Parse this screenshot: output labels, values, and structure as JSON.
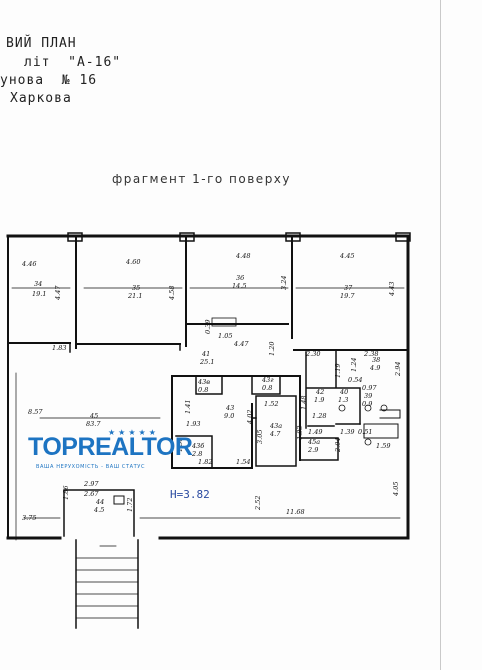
{
  "header": {
    "line1": "ВИЙ ПЛАН",
    "line2": "літ  \"А-16\"",
    "line3": "унова  № 16",
    "line4": "Харкова"
  },
  "fragment_title": "фрагмент 1-го поверху",
  "height_label": "Н=3.82",
  "watermark": {
    "brand": "TOPREALTOR",
    "tagline": "ВАША НЕРУХОМІСТЬ - ВАШ СТАТУС",
    "colors": {
      "brand": "#1d74c2"
    }
  },
  "rooms": [
    {
      "number": "34",
      "area": "19.1"
    },
    {
      "number": "35",
      "area": "21.1"
    },
    {
      "number": "36",
      "area": "14.5"
    },
    {
      "number": "37",
      "area": "19.7"
    },
    {
      "number": "41",
      "area": "25.1"
    },
    {
      "number": "45",
      "area": "83.7"
    },
    {
      "number": "43",
      "area": "9.0"
    },
    {
      "number": "43а",
      "area": "4.7"
    },
    {
      "number": "43в",
      "area": "0.8"
    },
    {
      "number": "43г",
      "area": "0.8"
    },
    {
      "number": "43б",
      "area": "2.8"
    },
    {
      "number": "42",
      "area": "1.9"
    },
    {
      "number": "40",
      "area": "1.3"
    },
    {
      "number": "39",
      "area": "0.9"
    },
    {
      "number": "38",
      "area": "4.9"
    },
    {
      "number": "45а",
      "area": "2.9"
    },
    {
      "number": "44",
      "area": "4.5"
    }
  ],
  "dimensions": {
    "d1": "4.46",
    "d2": "4.60",
    "d3": "4.48",
    "d4": "4.45",
    "d5": "4.47",
    "d6": "4.58",
    "d7": "3.24",
    "d8": "4.43",
    "d9": "1.83",
    "d10": "0.39",
    "d11": "1.05",
    "d12": "4.47",
    "d13": "1.20",
    "d14": "2.30",
    "d15": "2.38",
    "d16": "1.19",
    "d17": "1.24",
    "d18": "0.54",
    "d19": "2.94",
    "d20": "0.97",
    "d21": "8.57",
    "d22": "1.41",
    "d23": "1.93",
    "d24": "1.52",
    "d25": "4.02",
    "d26": "1.48",
    "d27": "1.28",
    "d28": "1.56",
    "d29": "1.82",
    "d30": "1.54",
    "d31": "3.05",
    "d32": "1.93",
    "d33": "1.49",
    "d34": "2.04",
    "d35": "1.39",
    "d36": "0.51",
    "d37": "1.59",
    "d38": "4.05",
    "d39": "2.97",
    "d40": "2.67",
    "d41": "1.86",
    "d42": "1.72",
    "d43": "3.75",
    "d44": "2.52",
    "d45": "11.68"
  }
}
